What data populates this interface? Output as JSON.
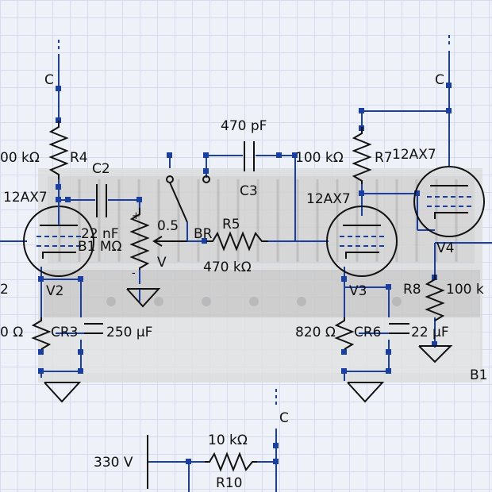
{
  "colors": {
    "grid_bg": "#eef1f8",
    "grid_line": "#d6dced",
    "wire": "#1a3fa0",
    "symbol": "#111111",
    "photo_bg": "#dcdcdc"
  },
  "labels": {
    "c_left": "C",
    "c_right": "C",
    "c_bottom": "C",
    "r_left_value": "00 kΩ",
    "r4": "R4",
    "c2": "C2",
    "tube_left": "12AX7",
    "c2_value": "22 nF",
    "pot_value": "B1 MΩ",
    "pot_ratio": "0.5",
    "pot_br": "BR",
    "pot_v": "V",
    "pot_plus": "+",
    "pot_minus": "-",
    "c3_value": "470 pF",
    "c3": "C3",
    "r5": "R5",
    "r5_value": "470 kΩ",
    "r7_value": "100 kΩ",
    "r7": "R7",
    "tube_right_top": "12AX7",
    "tube_mid": "12AX7",
    "v2": "V2",
    "v3": "V3",
    "v4": "V4",
    "r8": "R8",
    "r8_value": "100 k",
    "left_edge_2": "2",
    "r_left_bottom_value": "0 Ω",
    "r3_c3": "CR3",
    "c_left_bottom_value": "250 μF",
    "r6_value": "820 Ω",
    "r6_c6": "CR6",
    "c_right_bottom_value": "22 μF",
    "b1": "B1",
    "r10_value": "10 kΩ",
    "r10": "R10",
    "supply": "330 V"
  }
}
